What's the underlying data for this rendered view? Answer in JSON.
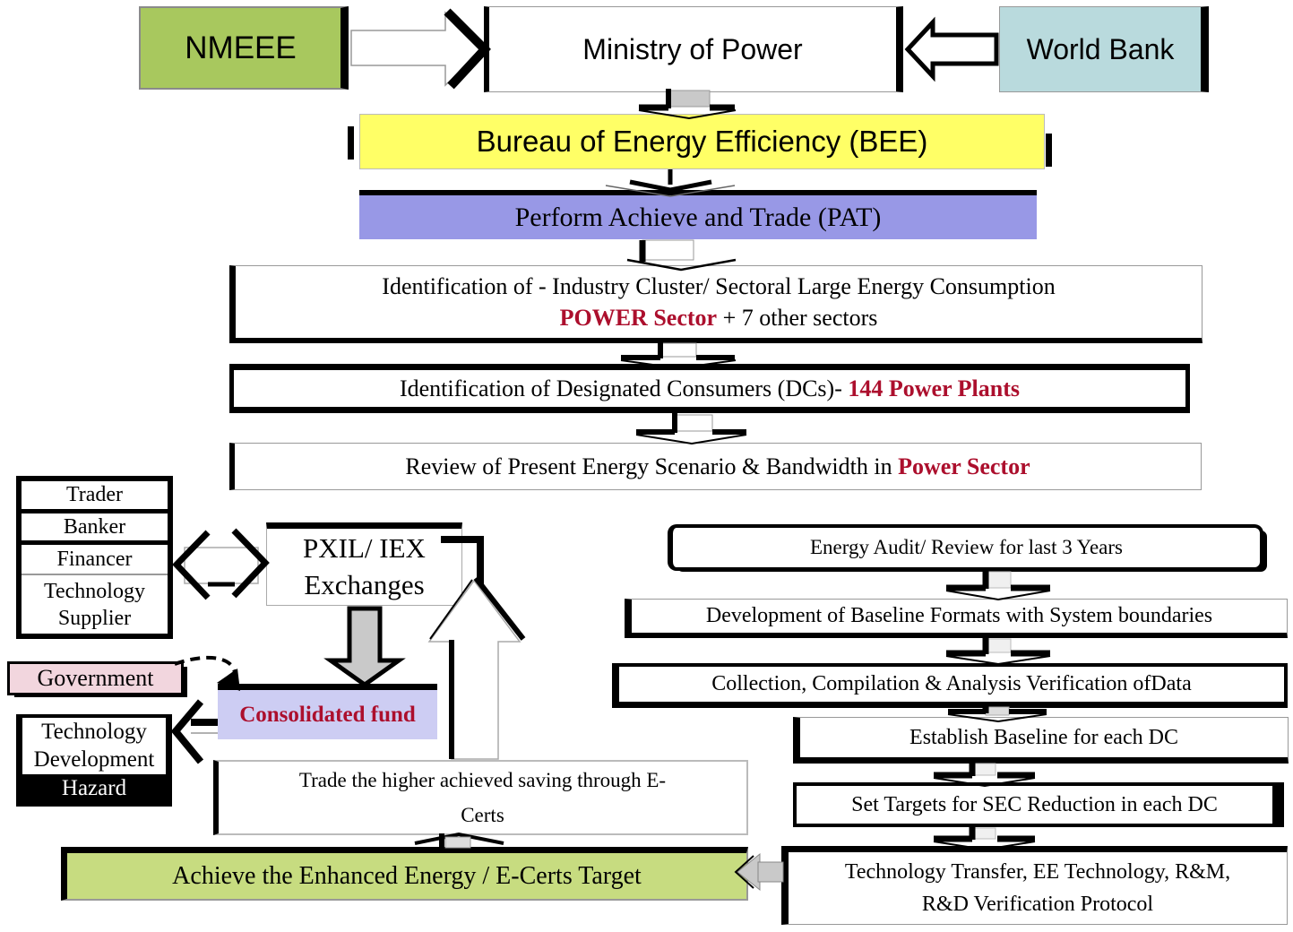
{
  "nodes": {
    "nmeee": {
      "label": "NMEEE"
    },
    "ministry": {
      "label": "Ministry of Power"
    },
    "world_bank": {
      "label": "World Bank"
    },
    "bee": {
      "label": "Bureau of Energy Efficiency (BEE)"
    },
    "pat": {
      "label": "Perform Achieve and Trade (PAT)"
    },
    "identification": {
      "line1": "Identification of  - Industry Cluster/ Sectoral Large Energy Consumption",
      "highlight": "POWER Sector",
      "suffix": " + 7 other sectors"
    },
    "designated_consumers": {
      "text": "Identification of Designated Consumers (DCs)- ",
      "highlight": "144 Power Plants"
    },
    "review": {
      "text": "Review of Present Energy Scenario &  Bandwidth in ",
      "highlight": "Power Sector"
    },
    "stakeholders": {
      "items": [
        "Trader",
        "Banker",
        "Financer",
        "Technology Supplier"
      ]
    },
    "exchanges": {
      "line1": "PXIL/ IEX",
      "line2": "Exchanges"
    },
    "government": {
      "label": "Government"
    },
    "consolidated_fund": {
      "label": "Consolidated fund"
    },
    "technology_development": {
      "line1": "Technology",
      "line2": "Development",
      "line3": "Hazard"
    },
    "trade_ecerts": {
      "line1": "Trade the higher  achieved  saving through E-",
      "line2": "Certs"
    },
    "achieve_target": {
      "label": "Achieve the  Enhanced Energy  / E-Certs Target"
    },
    "energy_audit": {
      "label": "Energy Audit/ Review for last 3 Years"
    },
    "baseline_formats": {
      "label": "Development of Baseline Formats  with System boundaries"
    },
    "data_collection": {
      "label": "Collection,  Compilation  & Analysis  Verification ofData"
    },
    "establish_baseline": {
      "label": "Establish Baseline for each DC"
    },
    "set_targets": {
      "label": "Set Targets  for SEC  Reduction in each  DC"
    },
    "technology_transfer": {
      "line1": "Technology Transfer, EE Technology,  R&M,",
      "line2": "R&D Verification Protocol"
    }
  },
  "colors": {
    "nmeee_green": "#a8c85e",
    "world_bank_blue": "#b9dadd",
    "bee_yellow": "#ffff66",
    "pat_purple": "#9898e6",
    "fund_lavender": "#cdcdf3",
    "government_pink": "#f2d6de",
    "achieve_green": "#c7dc80",
    "highlight_red": "#ac0f2d",
    "arrow_gray": "#c9c9c9"
  }
}
